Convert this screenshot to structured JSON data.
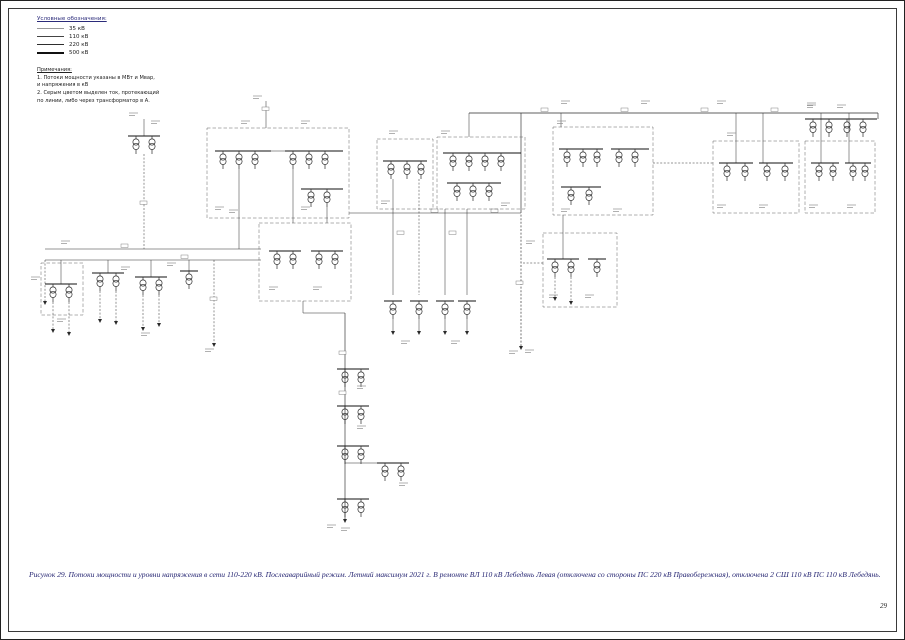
{
  "page": {
    "number": "29",
    "background": "#ffffff"
  },
  "legend": {
    "title": "Условные обозначения:",
    "items": [
      {
        "label": "35 кВ",
        "color": "#999999"
      },
      {
        "label": "110 кВ",
        "color": "#444444"
      },
      {
        "label": "220 кВ",
        "color": "#2e2e2e"
      },
      {
        "label": "500 кВ",
        "color": "#111111"
      }
    ]
  },
  "notes": {
    "title": "Примечания:",
    "lines": [
      "1. Потоки мощности указаны в МВт и Мвар,",
      "и напряжения в кВ",
      "2. Серым цветом выделен ток, протекающий",
      "по линии, либо через трансформатор в А."
    ]
  },
  "caption": "Рисунок 29. Потоки мощности и уровни напряжения в сети 110-220 кВ. Послеаварийный режим. Летний максимум  2021  г. В ремонте ВЛ 110 кВ Лебедянь Левая (отключена со стороны ПС 220 кВ Правобережная), отключена 2 СШ 110 кВ ПС 110 кВ Лебедянь."
}
